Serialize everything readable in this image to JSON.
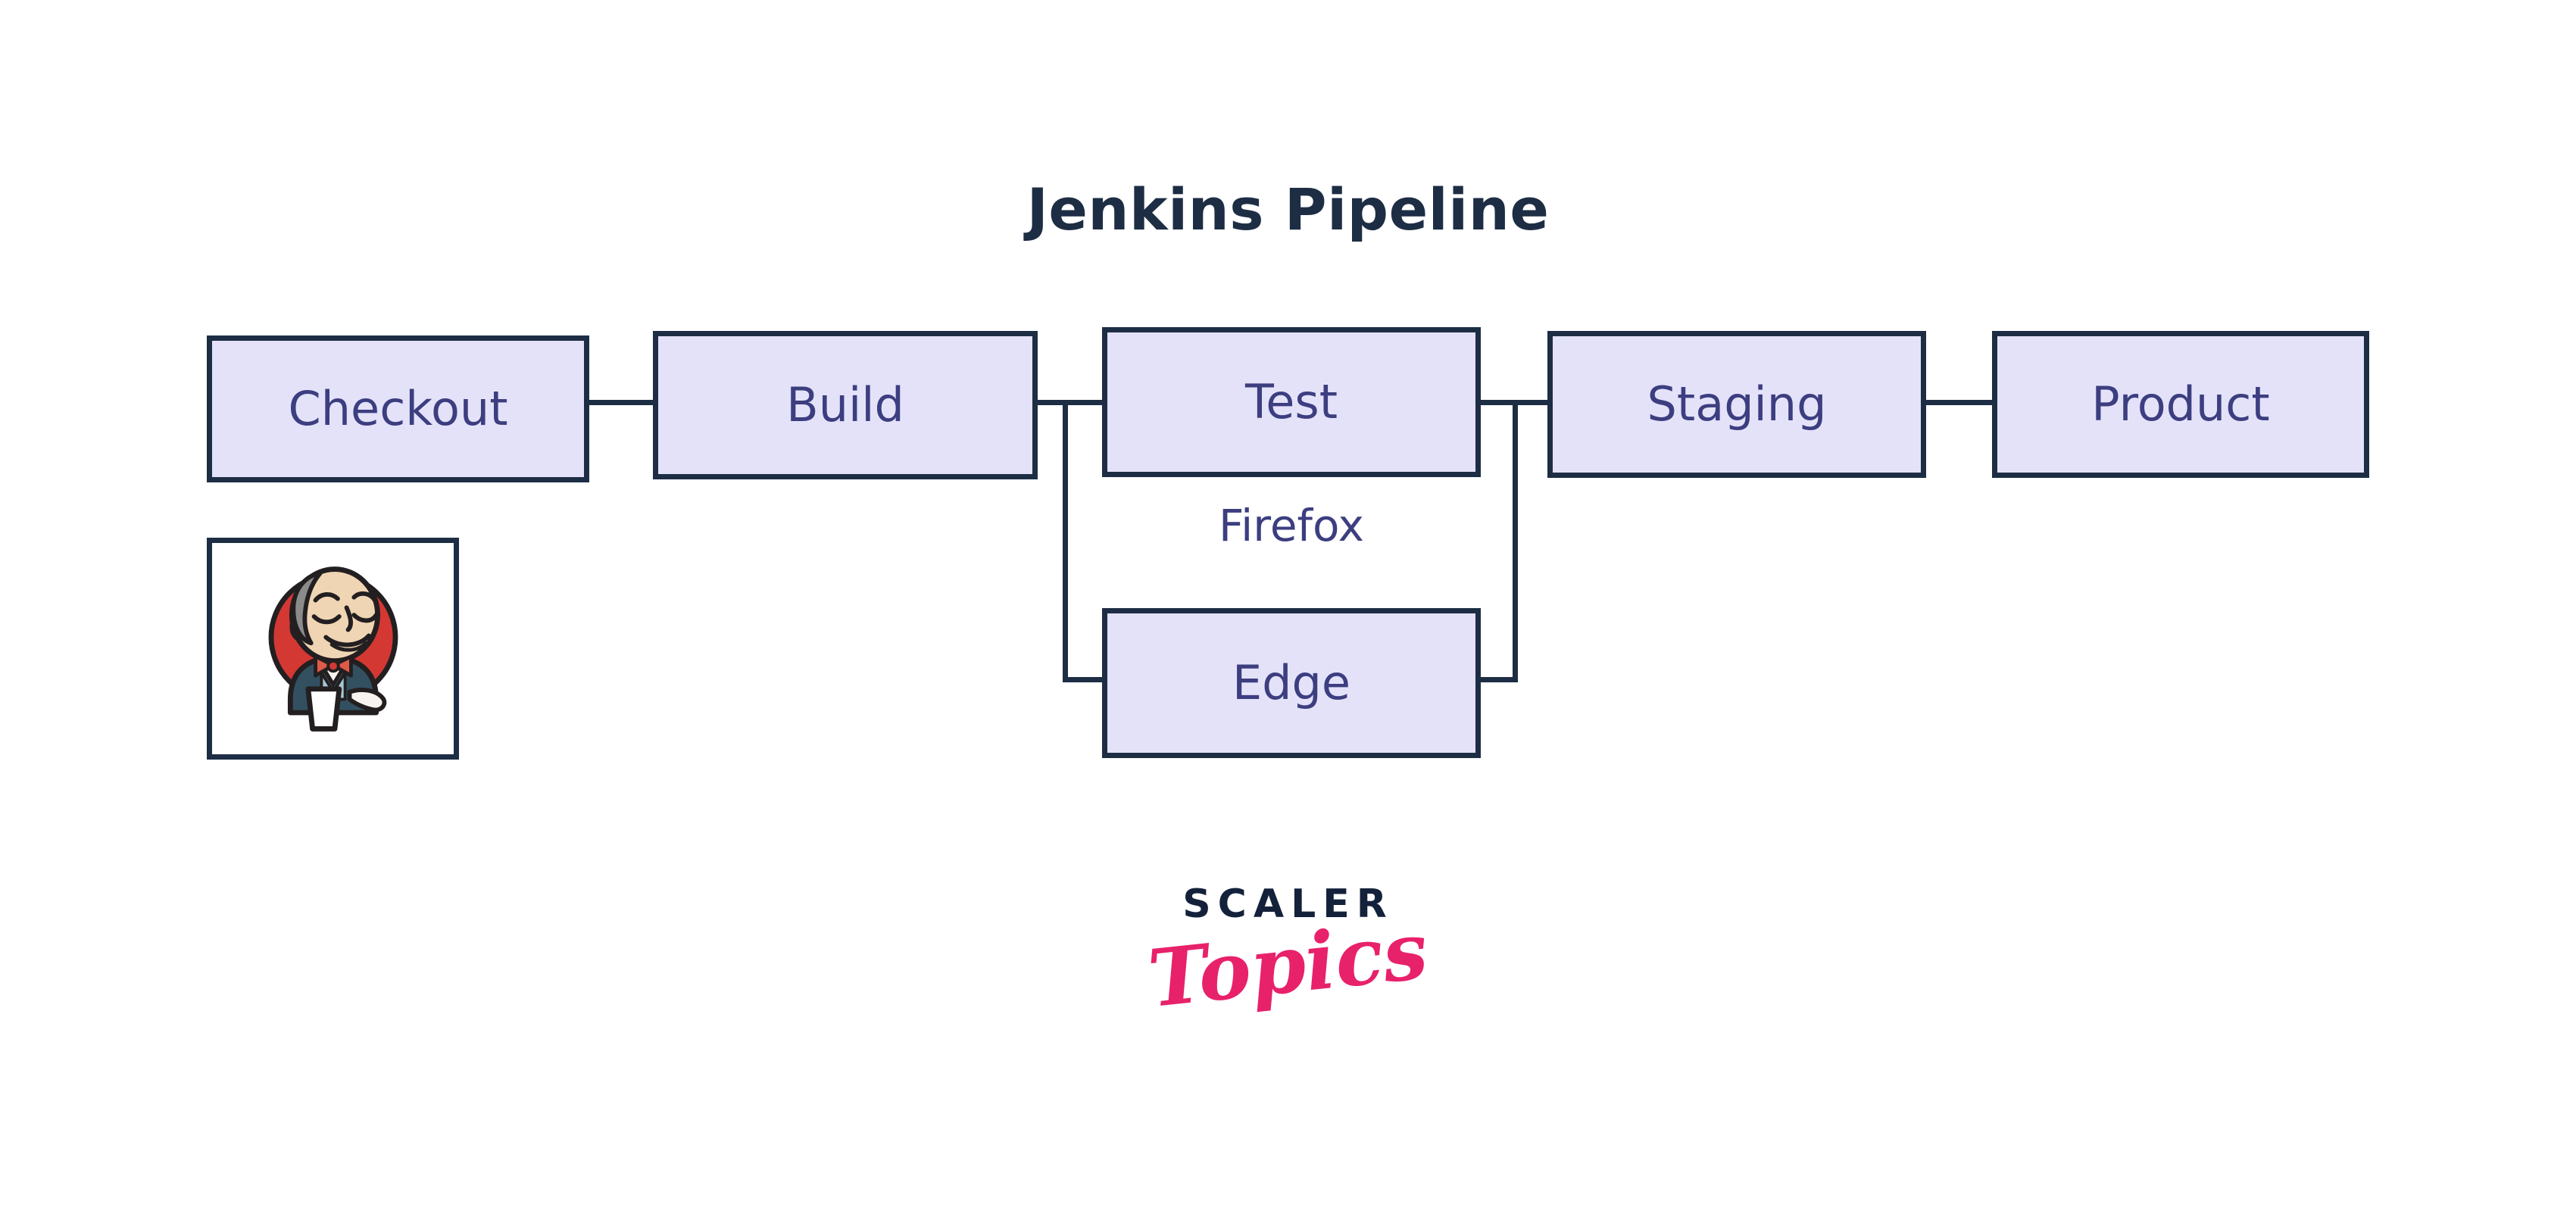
{
  "title": "Jenkins Pipeline",
  "colors": {
    "background": "#ffffff",
    "box_fill": "#e4e2f9",
    "box_border": "#1d2d44",
    "box_text": "#3c3e80",
    "title_text": "#1d2d44",
    "brand_scaler": "#14213a",
    "brand_topics": "#e8216b",
    "jenkins_red": "#d33833",
    "jenkins_skin": "#f0d5b4",
    "jenkins_suit": "#335061",
    "jenkins_hair": "#8b8b8b"
  },
  "pipeline": {
    "stages": [
      {
        "id": "checkout",
        "label": "Checkout"
      },
      {
        "id": "build",
        "label": "Build"
      },
      {
        "id": "test",
        "label": "Test"
      },
      {
        "id": "staging",
        "label": "Staging"
      },
      {
        "id": "product",
        "label": "Product"
      }
    ],
    "parallel_branch": {
      "sub_label": "Firefox",
      "branch_box_label": "Edge"
    }
  },
  "logo": {
    "jenkins_alt": "jenkins-butler-mascot"
  },
  "brand": {
    "name": "SCALER",
    "tagline": "Topics"
  }
}
